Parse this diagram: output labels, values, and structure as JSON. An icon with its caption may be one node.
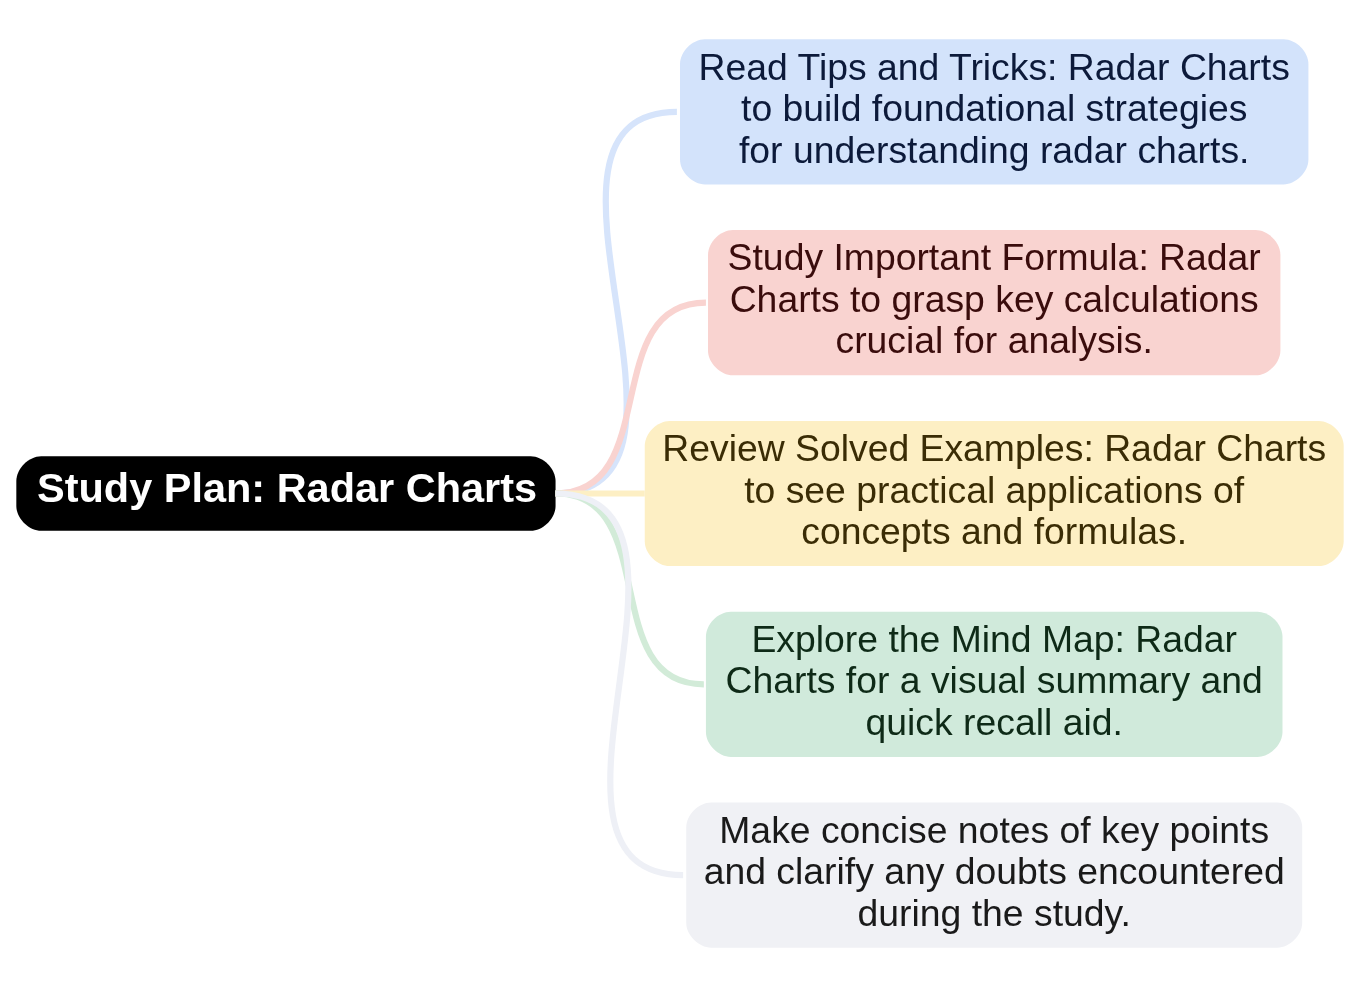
{
  "diagram": {
    "nodes": [
      {
        "text": [
          "Study Plan: Radar Charts"
        ]
      },
      {
        "text": [
          "Read Tips and Tricks: Radar Charts to build foundational strategies for understanding radar charts."
        ]
      },
      {
        "text": [
          "Study Important Formula: Radar Charts to grasp key calculations crucial for analysis."
        ]
      },
      {
        "text": [
          "Review Solved Examples: Radar Charts to see practical applications of concepts and formulas."
        ]
      },
      {
        "text": [
          "Explore the Mind Map: Radar Charts for a visual summary and quick recall aid."
        ]
      },
      {
        "text": [
          "Make concise notes of key points and clarify any doubts encountered during the study."
        ]
      }
    ],
    "edges": [
      {
        "from": 0,
        "to": 1,
        "arrow": "none",
        "color": "#d6e4fb"
      },
      {
        "from": 0,
        "to": 2,
        "arrow": "none",
        "color": "#f9d3d0"
      },
      {
        "from": 0,
        "to": 3,
        "arrow": "none",
        "color": "#fdefc4"
      },
      {
        "from": 0,
        "to": 4,
        "arrow": "none",
        "color": "#d2ebd8"
      },
      {
        "from": 0,
        "to": 5,
        "arrow": "none",
        "color": "#eef0f6"
      }
    ]
  }
}
